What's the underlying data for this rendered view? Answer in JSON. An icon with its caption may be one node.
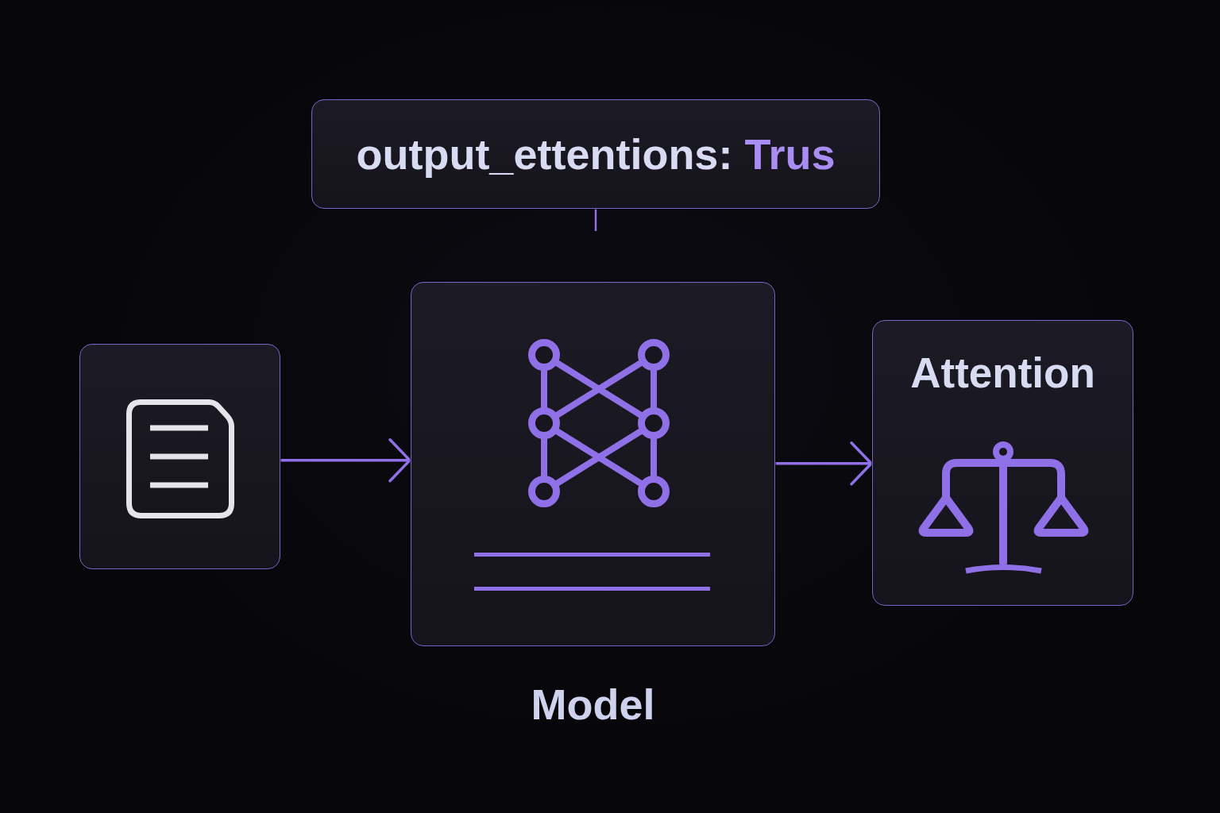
{
  "diagram": {
    "nodes": [
      {
        "text": [
          "output_ettentions:",
          "Trus"
        ]
      },
      {
        "text": [],
        "shape": "box"
      },
      {
        "text": [],
        "shape": "box",
        "beside": [
          "Model"
        ]
      },
      {
        "text": [
          "Attention"
        ]
      }
    ],
    "edges": [
      {
        "from": 0,
        "to": null,
        "arrow": "none"
      },
      {
        "from": 1,
        "to": 2,
        "arrow": "to"
      },
      {
        "from": 2,
        "to": 3,
        "arrow": "to"
      }
    ]
  }
}
